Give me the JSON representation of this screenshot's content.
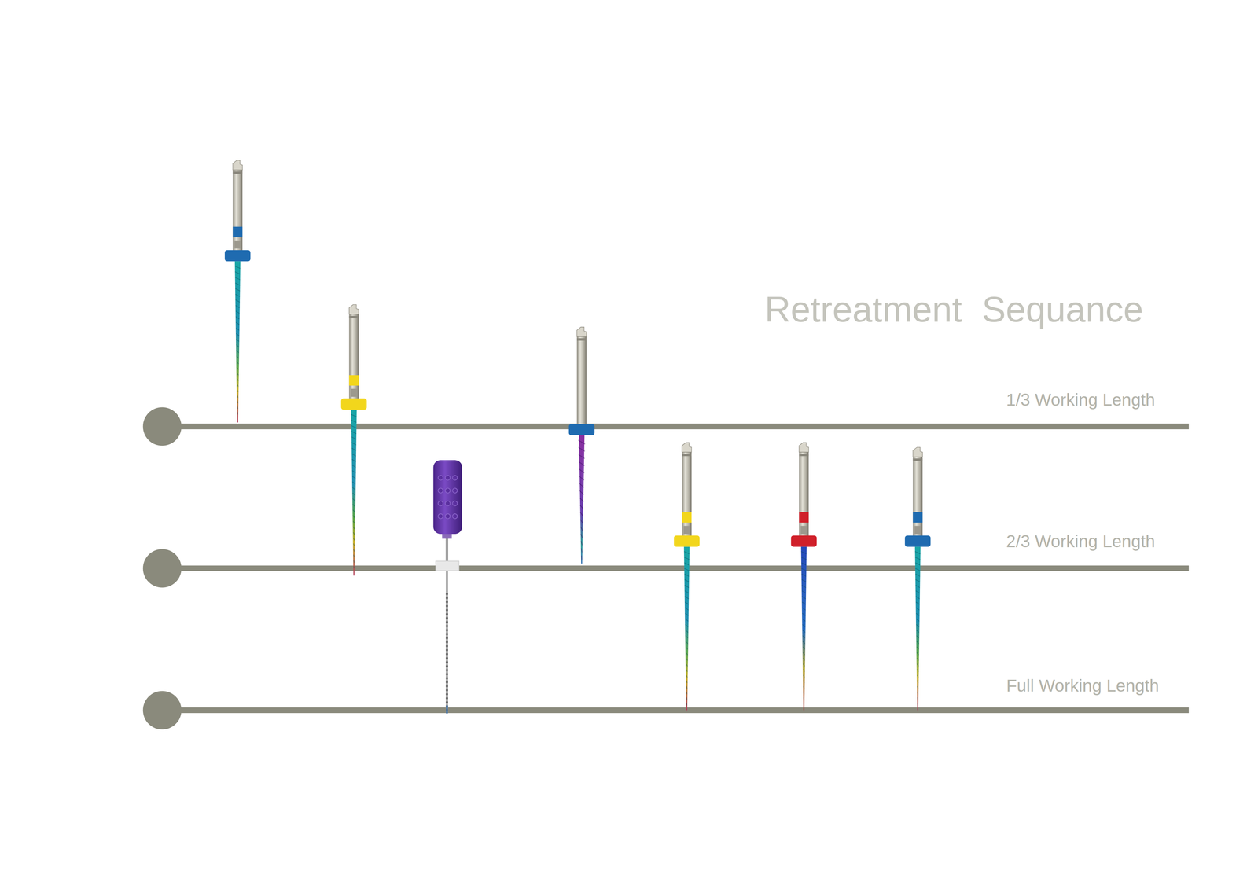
{
  "diagram": {
    "title": "Retreatment  Sequance",
    "labels": [
      "1/3 Working Length",
      "2/3 Working Length",
      "Full Working Length"
    ]
  }
}
